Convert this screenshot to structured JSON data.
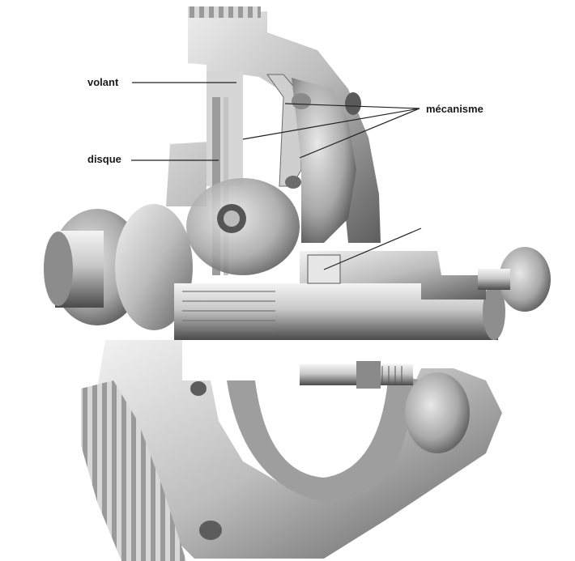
{
  "labels": {
    "volant": "volant",
    "disque": "disque",
    "mecanisme": "mécanisme"
  },
  "colors": {
    "background": "#ffffff",
    "metal_light": "#e4e4e4",
    "metal_mid": "#b8b8b8",
    "metal_dark": "#6e6e6e",
    "shadow": "#3a3a3a",
    "ink": "#1a1a1a"
  }
}
